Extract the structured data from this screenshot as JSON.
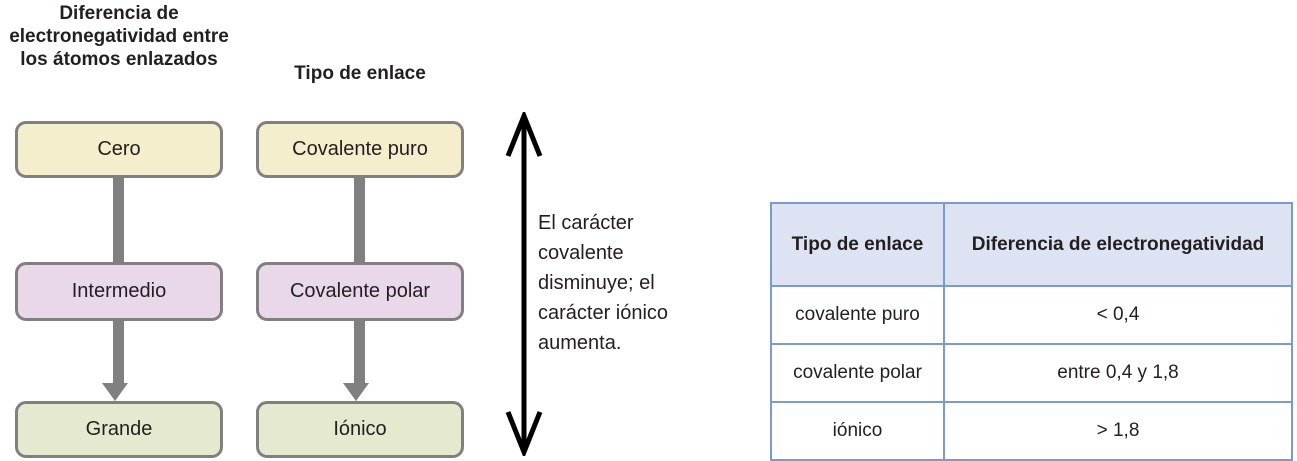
{
  "headers": {
    "col1": "Diferencia de electronegatividad entre los átomos enlazados",
    "col2": "Tipo de enlace"
  },
  "flow": {
    "column1": [
      {
        "label": "Cero",
        "color": "#f5eecd"
      },
      {
        "label": "Intermedio",
        "color": "#e8d8ea"
      },
      {
        "label": "Grande",
        "color": "#e4e9cf"
      }
    ],
    "column2": [
      {
        "label": "Covalente puro",
        "color": "#f5eecd"
      },
      {
        "label": "Covalente polar",
        "color": "#e8d8ea"
      },
      {
        "label": "Iónico",
        "color": "#e4e9cf"
      }
    ],
    "connector_color": "#808080"
  },
  "arrow": {
    "name": "double-headed-vertical-arrow",
    "color": "#000000",
    "caption": "El carácter covalente disminuye; el carácter iónico aumenta."
  },
  "table": {
    "columns": [
      "Tipo de enlace",
      "Diferencia de electronegatividad"
    ],
    "rows": [
      {
        "tipo": "covalente puro",
        "diferencia": "< 0,4"
      },
      {
        "tipo": "covalente polar",
        "diferencia": "entre 0,4 y 1,8"
      },
      {
        "tipo": "iónico",
        "diferencia": "> 1,8"
      }
    ],
    "header_fill": "#dde3f2",
    "border_color": "#7a9bce"
  }
}
